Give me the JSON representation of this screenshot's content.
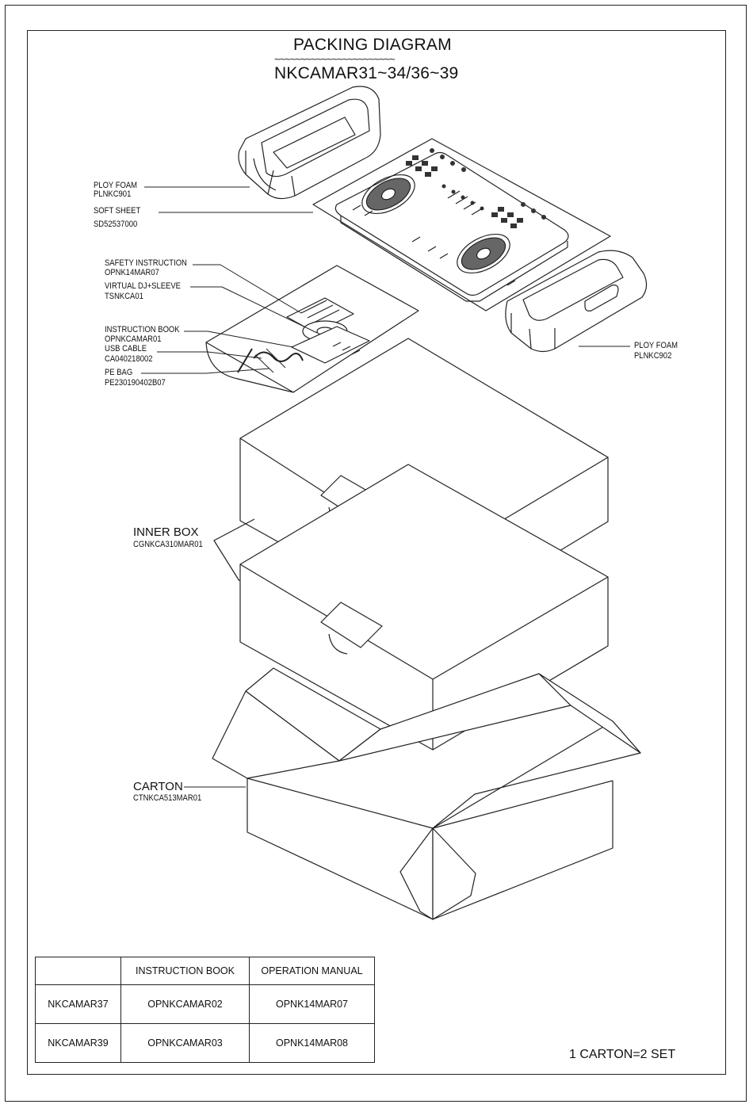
{
  "title": "PACKING DIAGRAM",
  "title_underline": "~~~~~~~~~~~~~~~~~~~~~~~",
  "model_range": "NKCAMAR31~34/36~39",
  "parts": {
    "poly_foam_left": {
      "name": "PLOY FOAM",
      "code": "PLNKC901"
    },
    "soft_sheet": {
      "name": "SOFT SHEET",
      "code": "SD52537000"
    },
    "safety_instruction": {
      "name": "SAFETY INSTRUCTION",
      "code": "OPNK14MAR07"
    },
    "virtual_dj": {
      "name": "VIRTUAL DJ+SLEEVE",
      "code": "TSNKCA01"
    },
    "instruction_book": {
      "name": "INSTRUCTION BOOK",
      "code": "OPNKCAMAR01"
    },
    "usb_cable": {
      "name": "USB CABLE",
      "code": "CA040218002"
    },
    "pe_bag": {
      "name": "PE BAG",
      "code": "PE230190402B07"
    },
    "poly_foam_right": {
      "name": "PLOY FOAM",
      "code": "PLNKC902"
    },
    "inner_box": {
      "name": "INNER BOX",
      "code": "CGNKCA310MAR01"
    },
    "carton": {
      "name": "CARTON",
      "code": "CTNKCA513MAR01"
    }
  },
  "table": {
    "headers": [
      "",
      "INSTRUCTION BOOK",
      "OPERATION MANUAL"
    ],
    "rows": [
      [
        "NKCAMAR37",
        "OPNKCAMAR02",
        "OPNK14MAR07"
      ],
      [
        "NKCAMAR39",
        "OPNKCAMAR03",
        "OPNK14MAR08"
      ]
    ]
  },
  "footer": "1 CARTON=2 SET"
}
